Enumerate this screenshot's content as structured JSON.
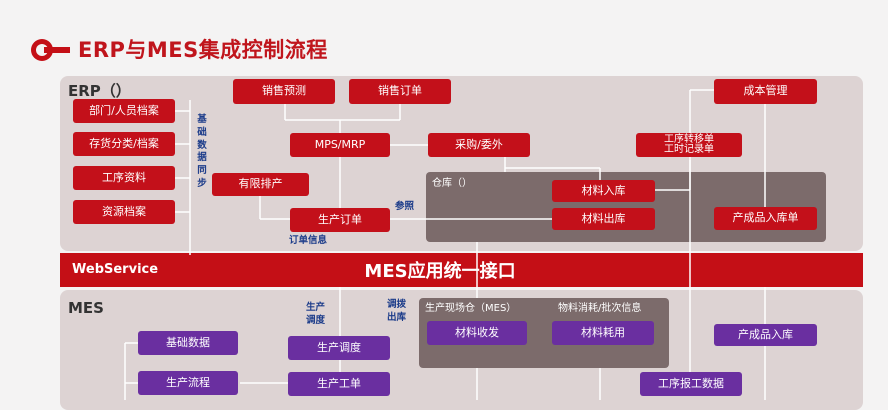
{
  "title": "ERP与MES集成控制流程",
  "erp": {
    "label": "ERP（）",
    "master": [
      "部门/人员档案",
      "存货分类/档案",
      "工序资料",
      "资源档案"
    ],
    "sync_label": "基础数据同步",
    "sales_forecast": "销售预测",
    "sales_order": "销售订单",
    "mps": "MPS/MRP",
    "purchase": "采购/委外",
    "limited": "有限排产",
    "prod_order": "生产订单",
    "order_info": "订单信息",
    "ref": "参照",
    "warehouse": "仓库（）",
    "mat_in": "材料入库",
    "mat_out": "材料出库",
    "cost": "成本管理",
    "process_transfer": "工序转移单\n工时记录单",
    "product_in": "产成品入库单"
  },
  "webservice": {
    "left": "WebService",
    "center": "MES应用统一接口"
  },
  "mes": {
    "label": "MES",
    "base": "基础数据",
    "flow": "生产流程",
    "sched_label": "生产\n调度",
    "sched": "生产调度",
    "work_order": "生产工单",
    "transfer_label": "调拨\n出库",
    "site_warehouse": "生产现场仓（MES）",
    "consumption": "物料消耗/批次信息",
    "receive": "材料收发",
    "consume": "材料耗用",
    "product_in": "产成品入库",
    "report": "工序报工数据"
  },
  "colors": {
    "accent": "#c40f16",
    "erp_box": "#c3101a",
    "mes_box": "#6a2fa0",
    "panel": "#ddd3d3",
    "dark_panel": "#7c6b6b"
  }
}
